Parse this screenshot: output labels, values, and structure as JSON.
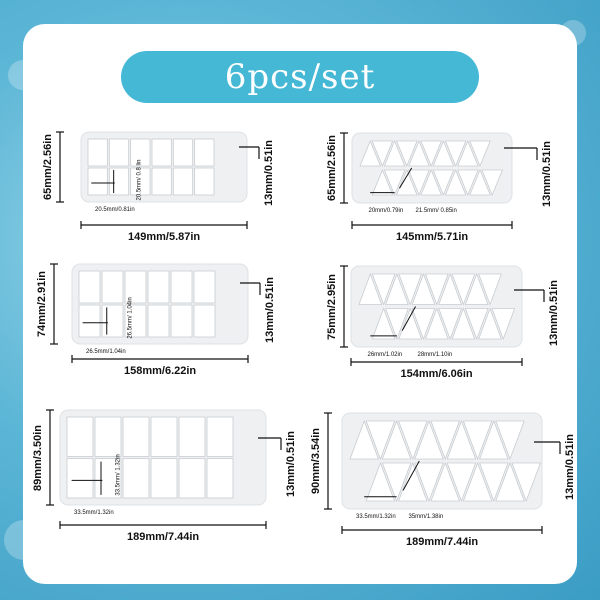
{
  "header": {
    "title": "6pcs/set"
  },
  "colors": {
    "accent": "#45b8d6",
    "card": "#ffffff",
    "plate": "#eef0f2"
  },
  "items": [
    {
      "shape": "square",
      "height_label": "65mm/2.56in",
      "width_label": "149mm/5.87in",
      "thickness_label": "13mm/0.51in",
      "cell_a_label": "20.5mm/0.81in",
      "cell_b_label": "20.5mm/ 0.8 lin"
    },
    {
      "shape": "triangle",
      "height_label": "65mm/2.56in",
      "width_label": "145mm/5.71in",
      "thickness_label": "13mm/0.51in",
      "cell_a_label": "20mm/0.79in",
      "cell_b_label": "21.5mm/ 0.85in"
    },
    {
      "shape": "square",
      "height_label": "74mm/2.91in",
      "width_label": "158mm/6.22in",
      "thickness_label": "13mm/0.51in",
      "cell_a_label": "26.5mm/1.04in",
      "cell_b_label": "26.5mm/ 1.04in"
    },
    {
      "shape": "triangle",
      "height_label": "75mm/2.95in",
      "width_label": "154mm/6.06in",
      "thickness_label": "13mm/0.51in",
      "cell_a_label": "26mm/1.02in",
      "cell_b_label": "28mm/1.10in"
    },
    {
      "shape": "square",
      "height_label": "89mm/3.50in",
      "width_label": "189mm/7.44in",
      "thickness_label": "13mm/0.51in",
      "cell_a_label": "33.5mm/1.32in",
      "cell_b_label": "33.5mm/ 1.32in"
    },
    {
      "shape": "triangle",
      "height_label": "90mm/3.54in",
      "width_label": "189mm/7.44in",
      "thickness_label": "13mm/0.51in",
      "cell_a_label": "33.5mm/1.32in",
      "cell_b_label": "35mm/1.38in"
    }
  ]
}
